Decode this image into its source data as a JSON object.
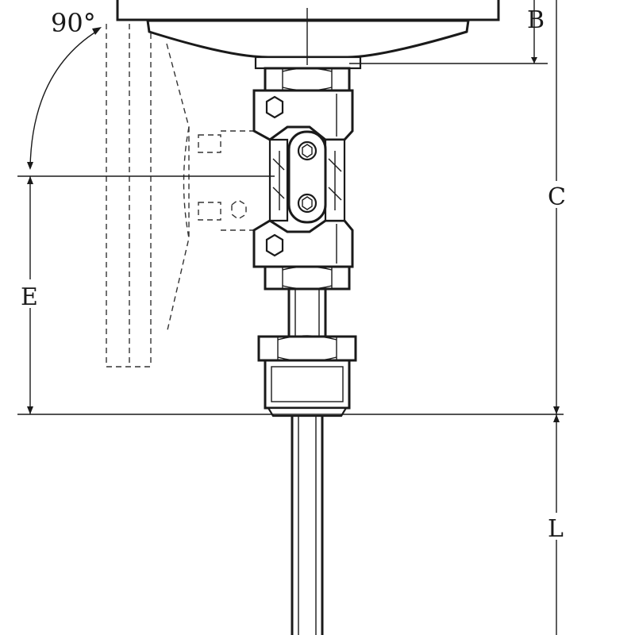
{
  "angle_label": "90°",
  "dimensions": {
    "b": "B",
    "c": "C",
    "e": "E",
    "l": "L"
  }
}
